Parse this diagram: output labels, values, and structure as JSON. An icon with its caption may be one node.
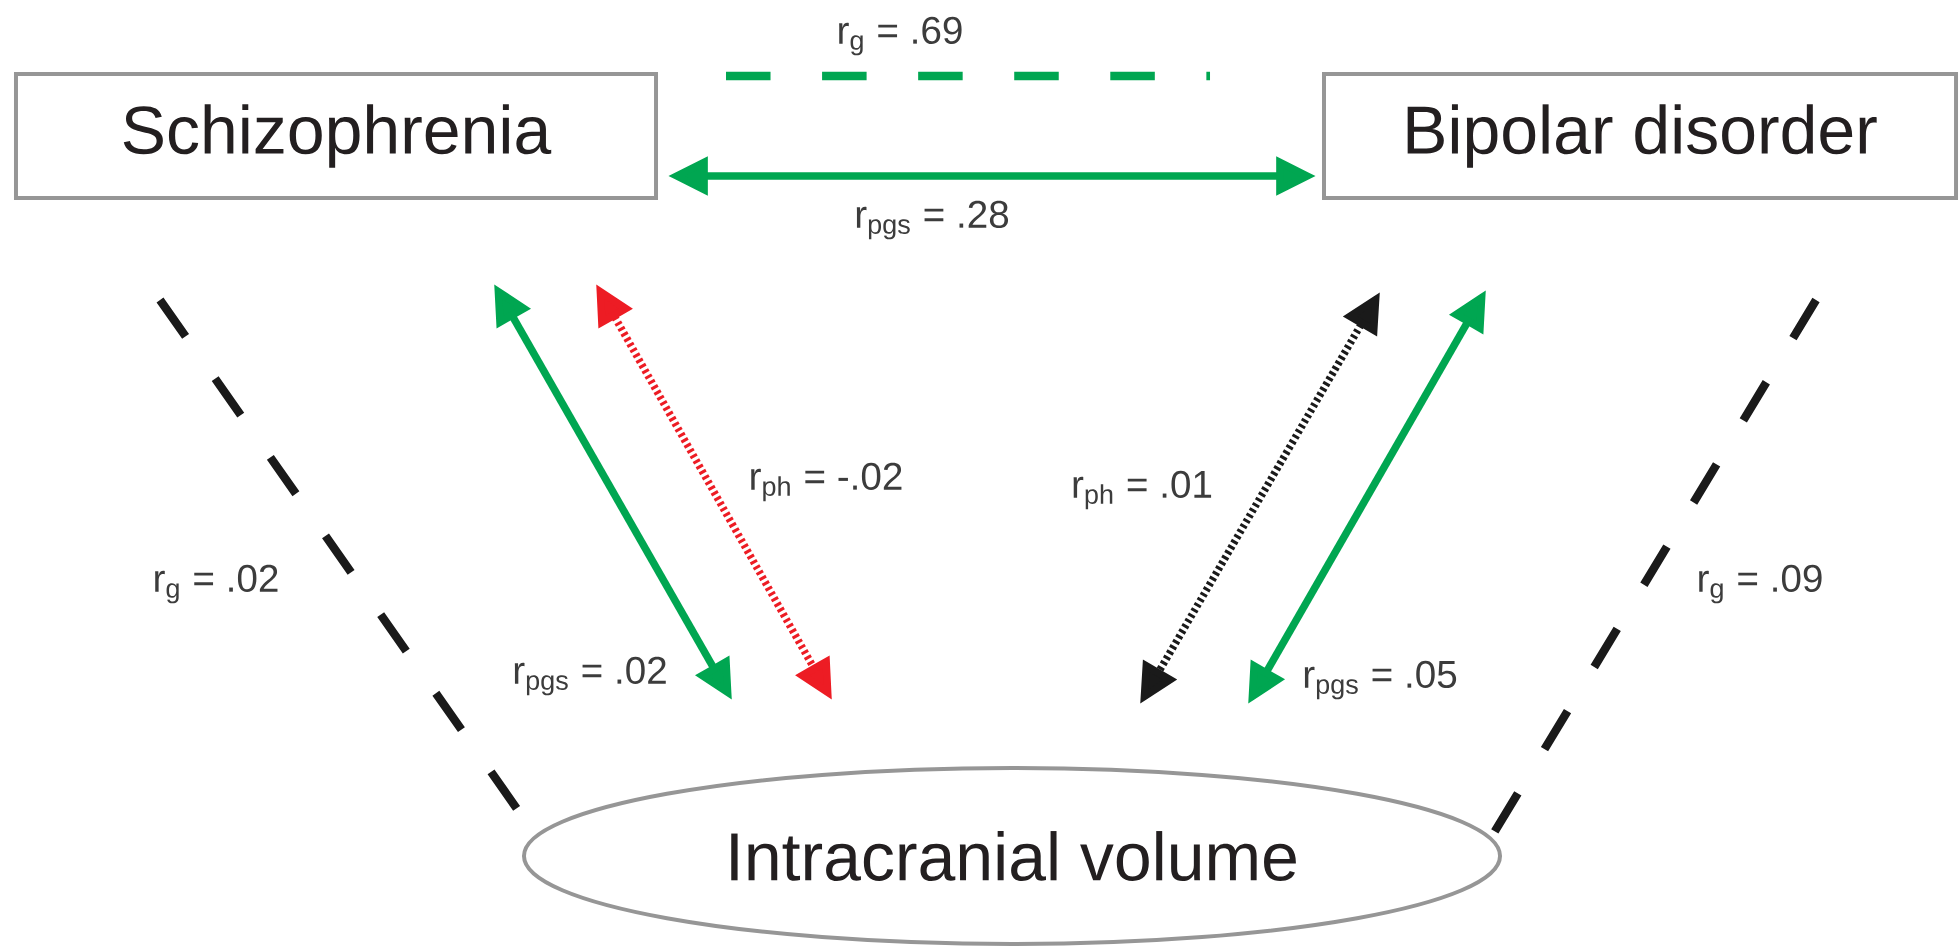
{
  "diagram": {
    "nodes": [
      {
        "text": [
          "Schizophrenia"
        ]
      },
      {
        "text": [
          "Bipolar disorder"
        ]
      },
      {
        "text": [
          "Intracranial volume"
        ]
      }
    ],
    "edges": [
      {
        "from": 0,
        "to": 1,
        "arrow": "none",
        "style": "dashed",
        "label": "r$_{g}$ = .69"
      },
      {
        "from": 0,
        "to": 1,
        "arrow": "both",
        "label": "r$_{pgs}$ = .28"
      },
      {
        "from": 0,
        "to": 2,
        "arrow": "none",
        "style": "dashed",
        "color": "#1a1a1a",
        "label": "r$_{g}$ = .02"
      },
      {
        "from": 0,
        "to": 2,
        "arrow": "both",
        "label": "r$_{pgs}$ = .02"
      },
      {
        "from": 0,
        "to": 2,
        "arrow": "both",
        "style": "dashed",
        "color": "#ed1c24",
        "label": "r$_{ph}$ = -.02"
      },
      {
        "from": 1,
        "to": 2,
        "arrow": "both",
        "style": "dashed",
        "color": "#1a1a1a",
        "label": "r$_{ph}$ = .01"
      },
      {
        "from": 1,
        "to": 2,
        "arrow": "both",
        "label": "r$_{pgs}$ = .05"
      },
      {
        "from": 1,
        "to": 2,
        "arrow": "none",
        "style": "dashed",
        "color": "#1a1a1a",
        "label": "r$_{g}$ = .09"
      }
    ]
  }
}
